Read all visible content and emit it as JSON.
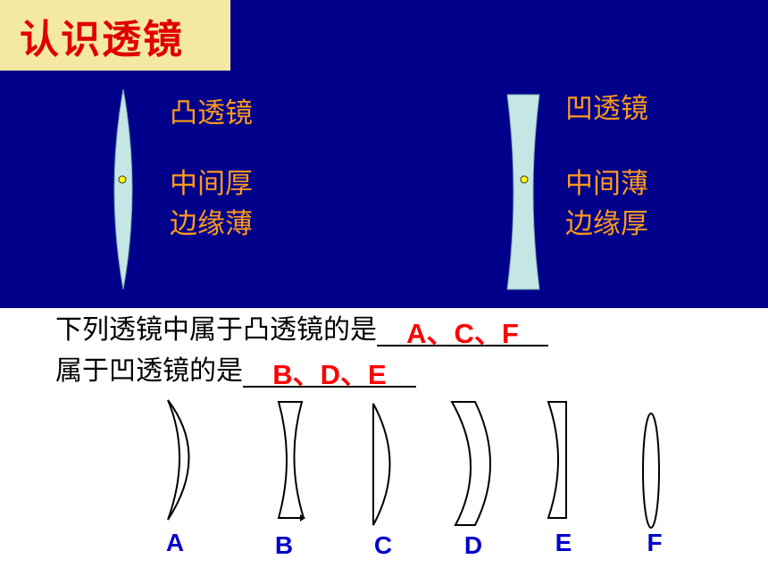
{
  "slide_title": "认识透镜",
  "convex": {
    "name": "凸透镜",
    "desc_line1": "中间厚",
    "desc_line2": "边缘薄"
  },
  "concave": {
    "name": "凹透镜",
    "desc_line1": "中间薄",
    "desc_line2": "边缘厚"
  },
  "question": {
    "convex_prompt": "下列透镜中属于凸透镜的是",
    "convex_answer": "A、C、F",
    "concave_prompt": "属于凹透镜的是",
    "concave_answer": "B、D、E"
  },
  "options": [
    "A",
    "B",
    "C",
    "D",
    "E",
    "F"
  ],
  "colors": {
    "panel": "#00008b",
    "title_bg": "#f4e9a2",
    "title_text": "#e00000",
    "lens_text": "#ff9a1a",
    "lens_fill": "#c6e6e6",
    "answer": "#ff0000",
    "option_label": "#0000cc"
  }
}
